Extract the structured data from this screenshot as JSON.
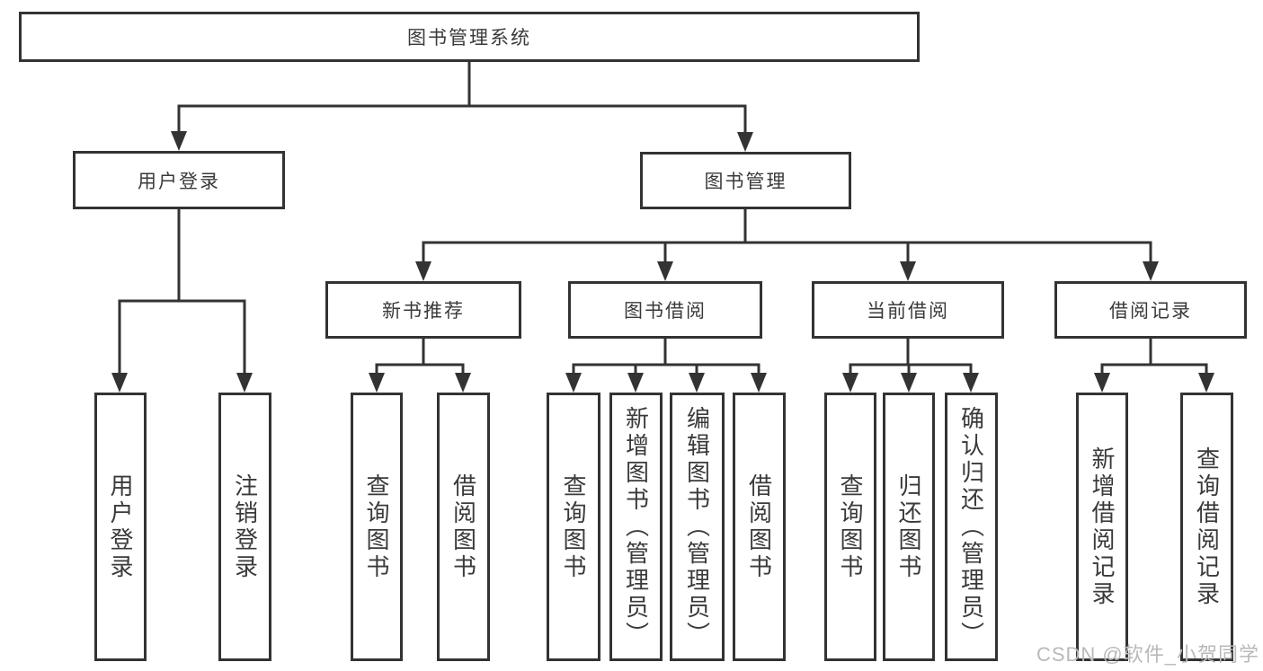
{
  "colors": {
    "line": "#333333",
    "text": "#3a3a3a",
    "background": "#ffffff",
    "watermark": "#b9b9b9"
  },
  "watermark": {
    "text": "CSDN @软件_小贺同学"
  },
  "tree": {
    "root": {
      "label": "图书管理系统"
    },
    "level2": [
      {
        "label": "用户登录",
        "children": [
          {
            "label": "用户登录"
          },
          {
            "label": "注销登录"
          }
        ]
      },
      {
        "label": "图书管理",
        "children": [
          {
            "label": "新书推荐",
            "children": [
              {
                "label": "查询图书"
              },
              {
                "label": "借阅图书"
              }
            ]
          },
          {
            "label": "图书借阅",
            "children": [
              {
                "label": "查询图书"
              },
              {
                "label": "新增图书（管理员）"
              },
              {
                "label": "编辑图书（管理员）"
              },
              {
                "label": "借阅图书"
              }
            ]
          },
          {
            "label": "当前借阅",
            "children": [
              {
                "label": "查询图书"
              },
              {
                "label": "归还图书"
              },
              {
                "label": "确认归还（管理员）"
              }
            ]
          },
          {
            "label": "借阅记录",
            "children": [
              {
                "label": "新增借阅记录"
              },
              {
                "label": "查询借阅记录"
              }
            ]
          }
        ]
      }
    ]
  }
}
